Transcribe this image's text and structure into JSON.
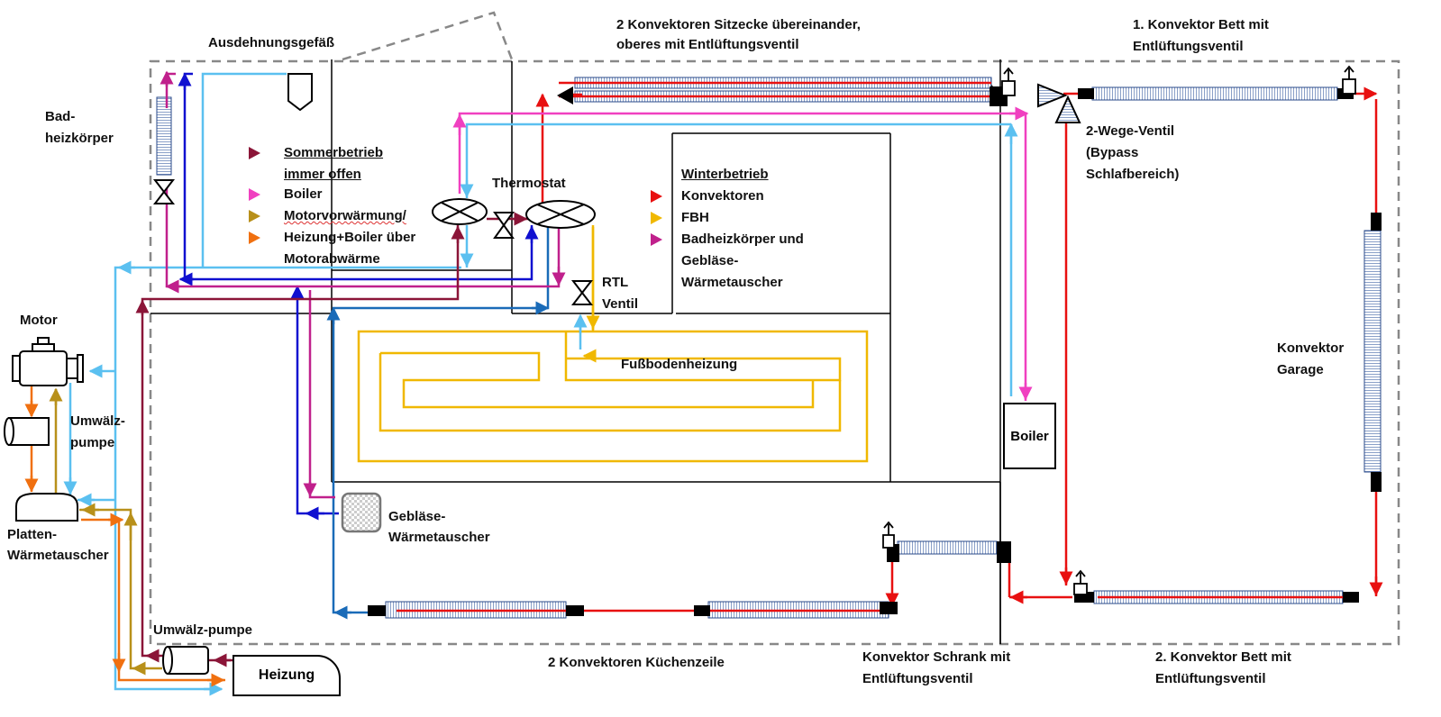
{
  "labels": {
    "ausdehnungsgefaess": "Ausdehnungsgefäß",
    "sitzecke_1": "2 Konvektoren Sitzecke übereinander,",
    "sitzecke_2": "oberes mit Entlüftungsventil",
    "bett1_1": "1. Konvektor Bett mit",
    "bett1_2": "Entlüftungsventil",
    "bad_1": "Bad-",
    "bad_2": "heizkörper",
    "thermostat": "Thermostat",
    "ventil2_1": "2-Wege-Ventil",
    "ventil2_2": "(Bypass",
    "ventil2_3": "Schlafbereich)",
    "motor": "Motor",
    "rtl_1": "RTL",
    "rtl_2": "Ventil",
    "fussboden": "Fußbodenheizung",
    "garage_1": "Konvektor",
    "garage_2": "Garage",
    "umwaelz_1": "Umwälz-",
    "umwaelz_2": "pumpe",
    "boiler_box": "Boiler",
    "geblaese_1": "Gebläse-",
    "geblaese_2": "Wärmetauscher",
    "platten_1": "Platten-",
    "platten_2": "Wärmetauscher",
    "umwaelz_pumpe": "Umwälz-pumpe",
    "heizung": "Heizung",
    "kueche": "2 Konvektoren Küchenzeile",
    "schrank_1": "Konvektor Schrank mit",
    "schrank_2": "Entlüftungsventil",
    "bett2_1": "2. Konvektor Bett mit",
    "bett2_2": "Entlüftungsventil"
  },
  "legend_summer": {
    "title_1": "Sommerbetrieb",
    "title_2": "immer offen",
    "items": [
      {
        "text": "Boiler",
        "color": "#f040c0"
      },
      {
        "text": "Motorvorwärmung/",
        "color": "#b8901a"
      },
      {
        "text": "Heizung+Boiler über",
        "color": "#f07010"
      },
      {
        "text": "Motorabwärme",
        "color": ""
      }
    ],
    "title_color": "#8b1538"
  },
  "legend_winter": {
    "title": "Winterbetrieb",
    "items": [
      {
        "text": "Konvektoren",
        "color": "#e81010"
      },
      {
        "text": "FBH",
        "color": "#f0b800"
      },
      {
        "text": "Badheizkörper und",
        "color": "#c0208c"
      },
      {
        "text": "Gebläse-",
        "color": ""
      },
      {
        "text": "Wärmetauscher",
        "color": ""
      }
    ]
  },
  "colors": {
    "konvektoren_red": "#e81010",
    "fbh_yellow": "#f0b800",
    "boiler_pink": "#f040c0",
    "motor_gold": "#b8901a",
    "heizung_orange": "#f07010",
    "bad_magenta": "#c0208c",
    "summer_maroon": "#8b1538",
    "return_lightblue": "#5bc0f0",
    "return_blue": "#1010d0",
    "return_steelblue": "#1a6bb8",
    "boundary_gray": "#888888"
  }
}
